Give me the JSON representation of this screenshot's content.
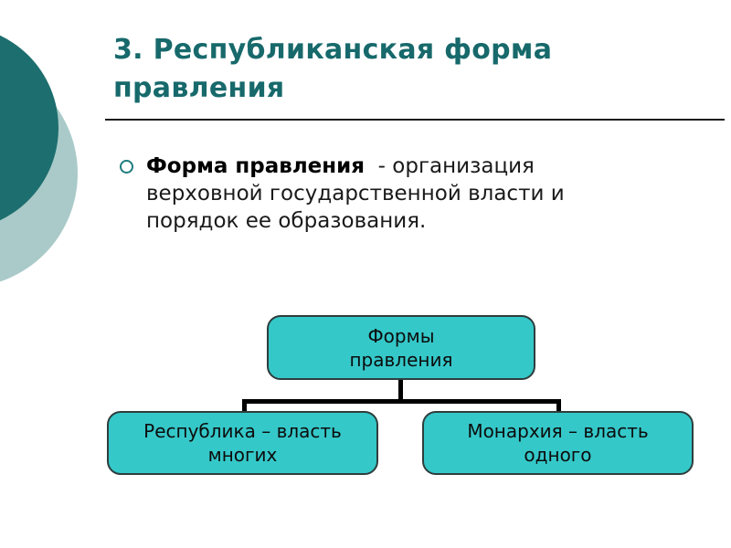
{
  "slide": {
    "title": "3. Республиканская форма\nправления",
    "bullet": {
      "term": "Форма правления",
      "definition": "  - организация\nверховной государственной власти и\nпорядок ее образования."
    },
    "diagram": {
      "root": {
        "label": "Формы\nправления"
      },
      "children": [
        {
          "label": "Республика – власть\nмногих"
        },
        {
          "label": "Монархия – власть\nодного"
        }
      ]
    },
    "colors": {
      "title_text": "#17696b",
      "circle_dark": "#1d6e6e",
      "circle_light": "#a9cac8",
      "box_fill": "#35c8c9",
      "bullet_ring": "#1e7c7e",
      "connector": "#000000",
      "body_text": "#1a1a1a"
    }
  }
}
